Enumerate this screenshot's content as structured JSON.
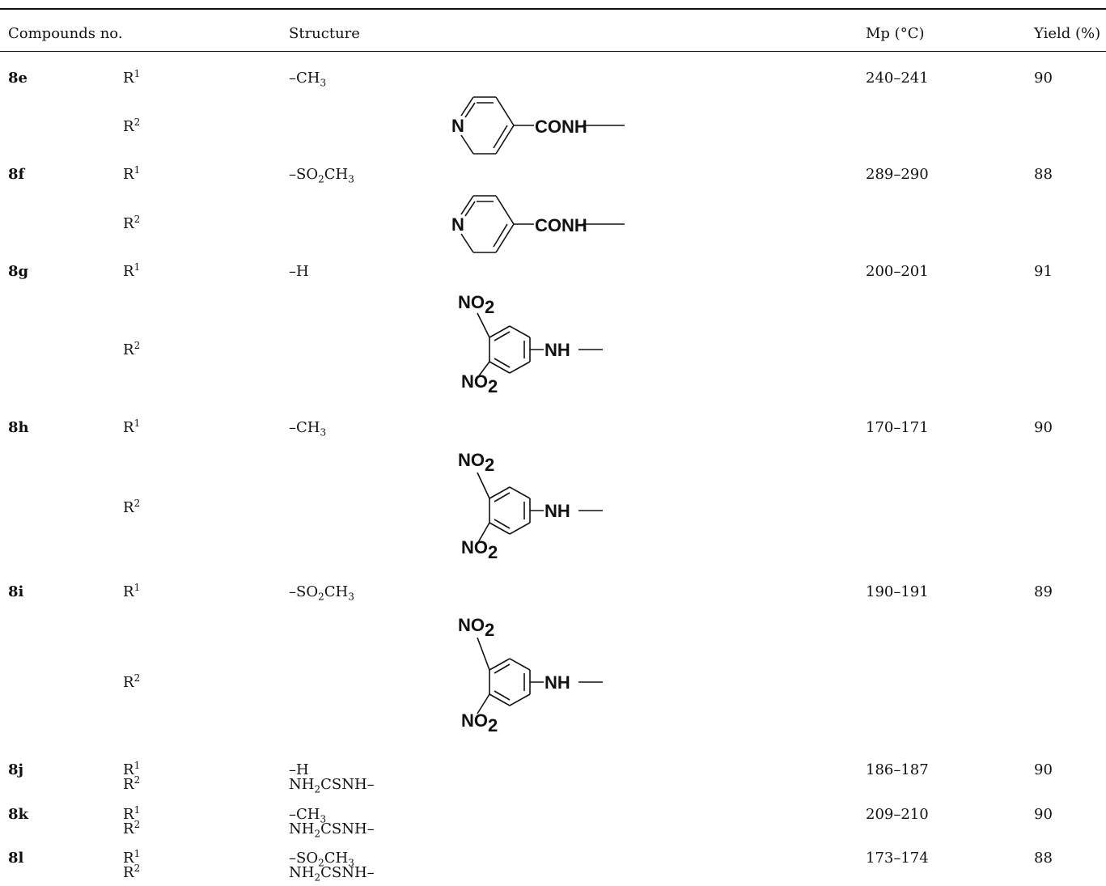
{
  "headers": {
    "compound": "Compounds no.",
    "structure": "Structure",
    "mp": "Mp (°C)",
    "yield": "Yield (%)"
  },
  "labels": {
    "r": "R",
    "r1_sup": "1",
    "r2_sup": "2"
  },
  "struct_text": {
    "n": "N",
    "conh": "CONH",
    "no": "NO",
    "two": "2",
    "nh": "NH"
  },
  "rows": [
    {
      "id": "8e",
      "r1": "–CH",
      "r1_sub": "3",
      "r1_tail": "",
      "mp": "240–241",
      "yield": "90"
    },
    {
      "id": "8f",
      "r1": "–SO",
      "r1_sub": "2",
      "r1_tail": "CH",
      "r1_sub2": "3",
      "mp": "289–290",
      "yield": "88"
    },
    {
      "id": "8g",
      "r1": "–H",
      "mp": "200–201",
      "yield": "91"
    },
    {
      "id": "8h",
      "r1": "–CH",
      "r1_sub": "3",
      "mp": "170–171",
      "yield": "90"
    },
    {
      "id": "8i",
      "r1": "–SO",
      "r1_sub": "2",
      "r1_tail": "CH",
      "r1_sub2": "3",
      "mp": "190–191",
      "yield": "89"
    },
    {
      "id": "8j",
      "r1": "–H",
      "r2a": "NH",
      "r2_sub": "2",
      "r2b": "CSNH–",
      "mp": "186–187",
      "yield": "90"
    },
    {
      "id": "8k",
      "r1": "–CH",
      "r1_sub": "3",
      "r2a": "NH",
      "r2_sub": "2",
      "r2b": "CSNH–",
      "mp": "209–210",
      "yield": "90"
    },
    {
      "id": "8l",
      "r1": "–SO",
      "r1_sub": "2",
      "r1_tail": "CH",
      "r1_sub2": "3",
      "r2a": "NH",
      "r2_sub": "2",
      "r2b": "CSNH–",
      "mp": "173–174",
      "yield": "88"
    }
  ]
}
